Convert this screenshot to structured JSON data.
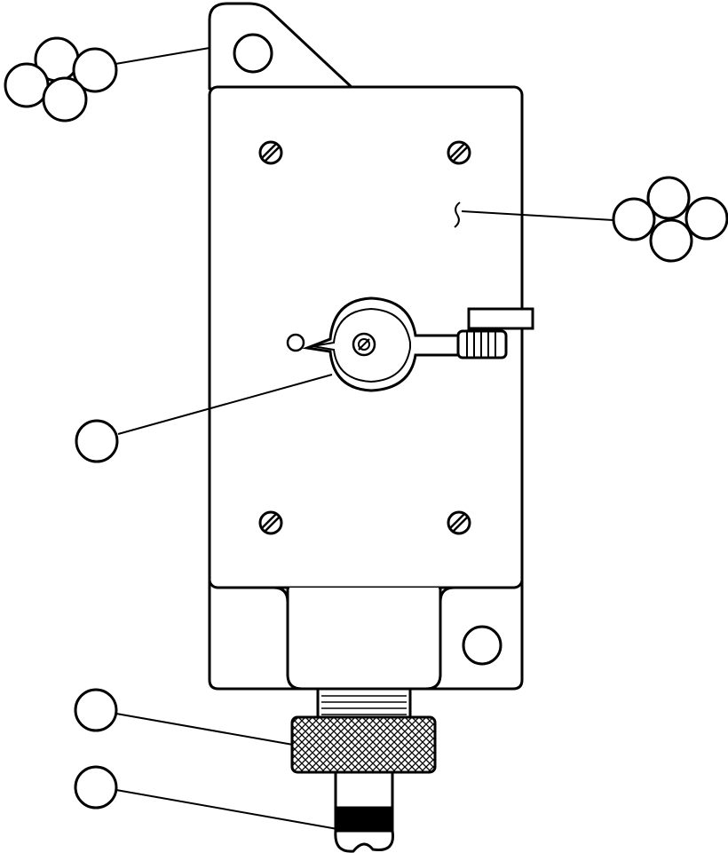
{
  "figure": {
    "colors": {
      "line": "#000000",
      "fill": "#ffffff",
      "hatch": "#000000"
    },
    "callouts": [
      {
        "name": "callout-mounting-bracket",
        "balloons": 4,
        "label": ""
      },
      {
        "name": "callout-housing-cover",
        "balloons": 4,
        "label": ""
      },
      {
        "name": "callout-lever-switch",
        "balloons": 1,
        "label": ""
      },
      {
        "name": "callout-knurled-nut",
        "balloons": 1,
        "label": ""
      },
      {
        "name": "callout-cable",
        "balloons": 1,
        "label": ""
      }
    ]
  }
}
